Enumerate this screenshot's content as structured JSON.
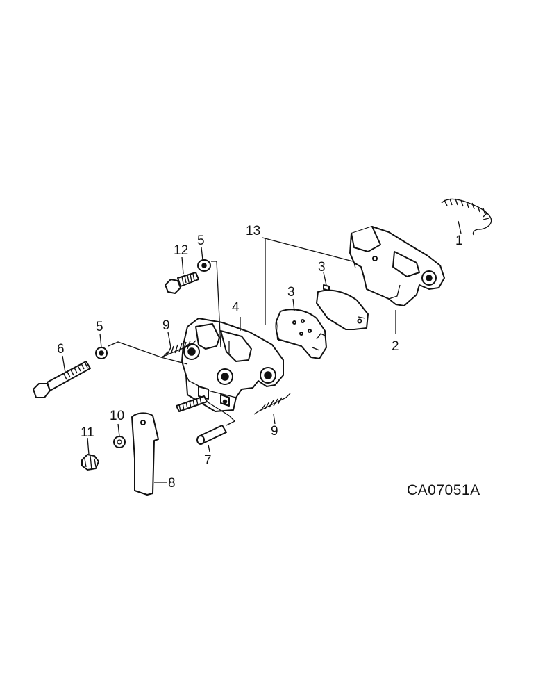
{
  "drawing_code": "CA07051A",
  "callouts": {
    "c1": "1",
    "c2": "2",
    "c3a": "3",
    "c3b": "3",
    "c4": "4",
    "c5a": "5",
    "c5b": "5",
    "c6": "6",
    "c7": "7",
    "c8": "8",
    "c9a": "9",
    "c9b": "9",
    "c10": "10",
    "c11": "11",
    "c12": "12",
    "c13": "13"
  },
  "colors": {
    "ink": "#111111",
    "paper": "#ffffff"
  }
}
